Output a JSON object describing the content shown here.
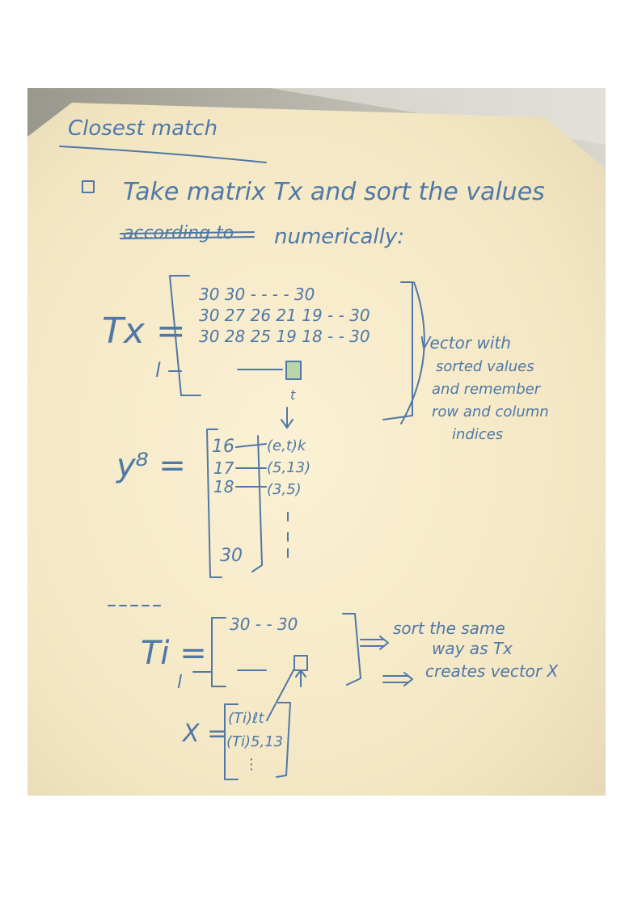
{
  "photo": {
    "title": "Closest match",
    "bullet": "Take matrix Tx and sort the values",
    "struck": "according to",
    "numerically": "numerically:",
    "tx_label": "Tx =",
    "tx_rows": [
      "30  30 -  - -  -   30",
      "30  27  26 21 19 - - 30",
      "30  28 25  19 18 - -  30"
    ],
    "l_label": "l",
    "t_label": "t",
    "vector_note": [
      "Vector with",
      "sorted values",
      "and remember",
      "row and column",
      "indices"
    ],
    "ys_label": "y⁸ =",
    "ys_values": [
      "16",
      "17",
      "18",
      "30"
    ],
    "ys_indices": [
      "(e,t)k",
      "(5,13)",
      "(3,5)"
    ],
    "ti_label": "Ti =",
    "ti_row": "30  -   - 30",
    "ti_note_1": "sort the same",
    "ti_note_1b": "way as Tx",
    "ti_note_2": "creates vector X",
    "x_label": "X =",
    "x_values": [
      "(Ti)ℓt",
      "(Ti)5,13",
      "⋮"
    ]
  }
}
